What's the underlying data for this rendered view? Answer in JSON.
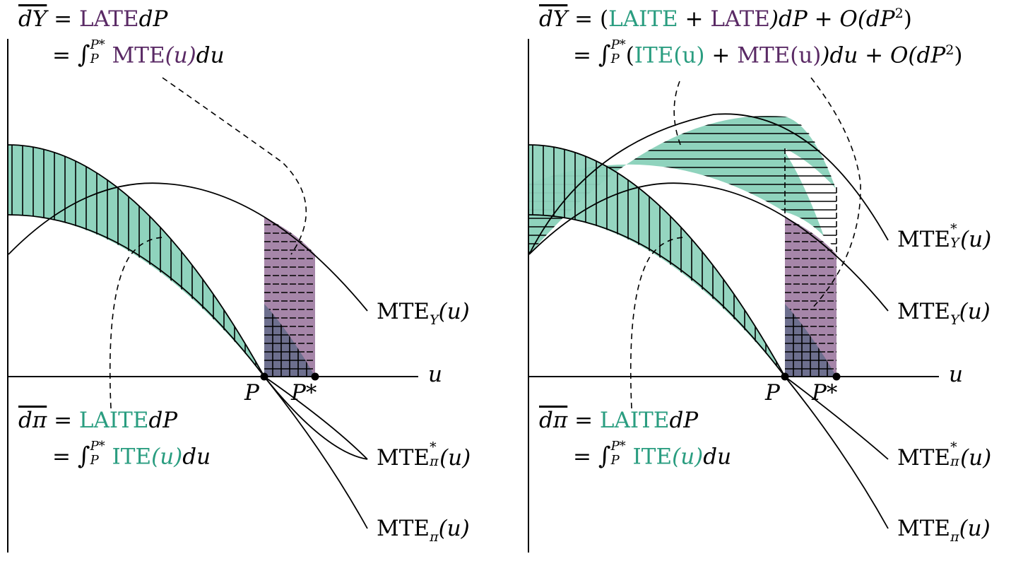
{
  "colors": {
    "teal": "#2a9d80",
    "teal_fill": "#8fd3bd",
    "purple": "#5a2a65",
    "purple_fill": "#a686a9",
    "overlap_fill": "#6d6f8e"
  },
  "left_panel": {
    "eq_y_line1": {
      "lhs": "dY",
      "eq": "=",
      "late": "LATE",
      "rhs": "dP"
    },
    "eq_y_line2": {
      "eq": "=",
      "upper": "P*",
      "lower": "P",
      "mte": "MTE",
      "u": "(u)",
      "du": "du"
    },
    "eq_pi_line1": {
      "lhs": "dπ",
      "eq": "=",
      "laite": "LAITE",
      "rhs": "dP"
    },
    "eq_pi_line2": {
      "eq": "=",
      "upper": "P*",
      "lower": "P",
      "ite": "ITE",
      "u": "(u)",
      "du": "du"
    },
    "curve_labels": {
      "mte_y": "MTE",
      "mte_y_sub": "Y",
      "mte_pi_star": "MTE",
      "mte_pi_star_sup": "*",
      "mte_pi_star_sub": "π",
      "mte_pi": "MTE",
      "mte_pi_sub": "π",
      "arg": "(u)"
    },
    "axis": {
      "u": "u",
      "p": "P",
      "p_star": "P*"
    }
  },
  "right_panel": {
    "eq_y_line1": {
      "lhs": "dY",
      "eq": "= (",
      "laite": "LAITE",
      "plus": " + ",
      "late": "LATE",
      "rhs": ")dP + O(dP",
      "pow": "2",
      "close": ")"
    },
    "eq_y_line2": {
      "eq": "=",
      "upper": "P*",
      "lower": "P",
      "open": "(",
      "ite": "ITE(u)",
      "plus": " + ",
      "mte": "MTE(u)",
      "rest": ")du + O(dP",
      "pow": "2",
      "close": ")"
    },
    "eq_pi_line1": {
      "lhs": "dπ",
      "eq": "=",
      "laite": "LAITE",
      "rhs": "dP"
    },
    "eq_pi_line2": {
      "eq": "=",
      "upper": "P*",
      "lower": "P",
      "ite": "ITE",
      "u": "(u)",
      "du": "du"
    },
    "curve_labels": {
      "mte_y_star": "MTE",
      "mte_y_star_sup": "*",
      "mte_y_star_sub": "Y",
      "mte_y": "MTE",
      "mte_y_sub": "Y",
      "mte_pi_star": "MTE",
      "mte_pi_star_sup": "*",
      "mte_pi_star_sub": "π",
      "mte_pi": "MTE",
      "mte_pi_sub": "π",
      "arg": "(u)"
    },
    "axis": {
      "u": "u",
      "p": "P",
      "p_star": "P*"
    }
  }
}
